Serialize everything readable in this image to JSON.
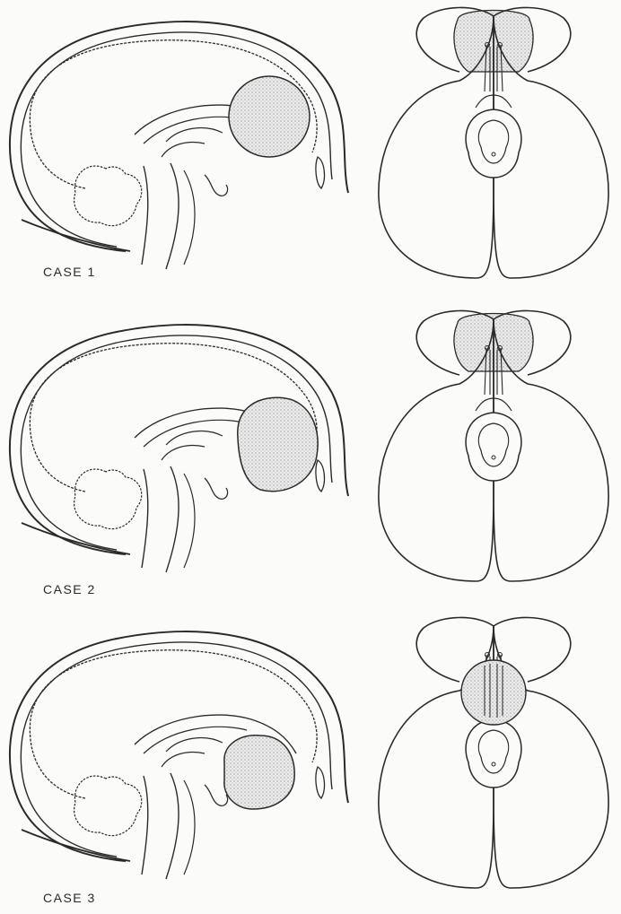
{
  "figure": {
    "cases": [
      {
        "label": "CASE 1",
        "lesion_shape": "large-round"
      },
      {
        "label": "CASE 2",
        "lesion_shape": "large-round-inferior"
      },
      {
        "label": "CASE 3",
        "lesion_shape": "small-sellar"
      }
    ],
    "colors": {
      "ink": "#2a2a2a",
      "paper": "#fbfbf9",
      "stipple": "#9a9a9a"
    }
  }
}
